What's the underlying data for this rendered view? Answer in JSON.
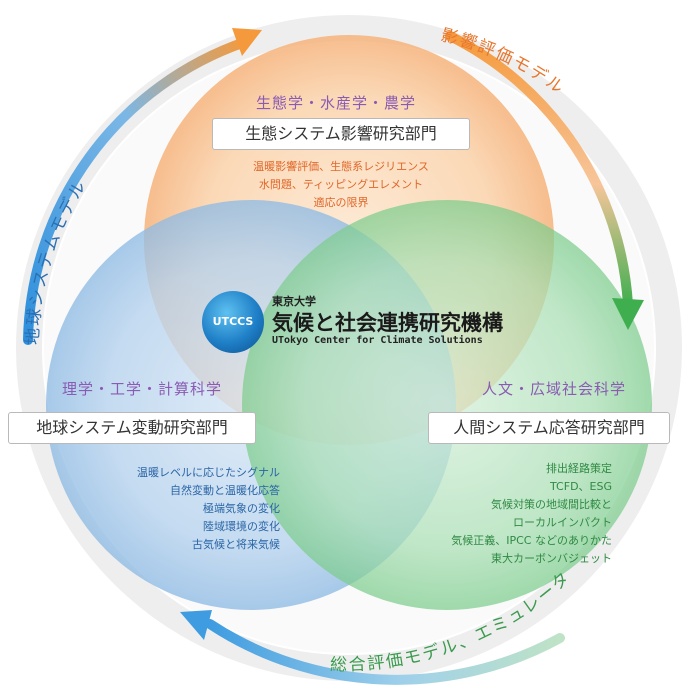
{
  "center": {
    "logo_text": "UTCCS",
    "university": "東京大学",
    "name": "気候と社会連携研究機構",
    "name_en": "UTokyo Center for Climate Solutions"
  },
  "top": {
    "fields": "生態学・水産学・農学",
    "department": "生態システム影響研究部門",
    "topics": [
      "温暖影響評価、生態系レジリエンス",
      "水問題、ティッピングエレメント",
      "適応の限界"
    ]
  },
  "left": {
    "fields": "理学・工学・計算科学",
    "department": "地球システム変動研究部門",
    "topics": [
      "温暖レベルに応じたシグナル",
      "自然変動と温暖化応答",
      "極端気象の変化",
      "陸域環境の変化",
      "古気候と将来気候"
    ]
  },
  "right": {
    "fields": "人文・広域社会科学",
    "department": "人間システム応答研究部門",
    "topics": [
      "排出経路策定",
      "TCFD、ESG",
      "気候対策の地域間比較と",
      "ローカルインパクト",
      "気候正義、IPCC などのありかた",
      "東大カーボンバジェット"
    ]
  },
  "arcs": {
    "left_label": "地球システムモデル",
    "top_right_label": "影響評価モデル",
    "bottom_label": "総合評価モデル、エミュレータ"
  },
  "colors": {
    "top_circle": "#f6a55e",
    "left_circle": "#6aa8d8",
    "right_circle": "#5bbf6e",
    "top_text": "#e8772e",
    "left_text": "#2b6fb3",
    "right_text": "#3a9a4e"
  }
}
